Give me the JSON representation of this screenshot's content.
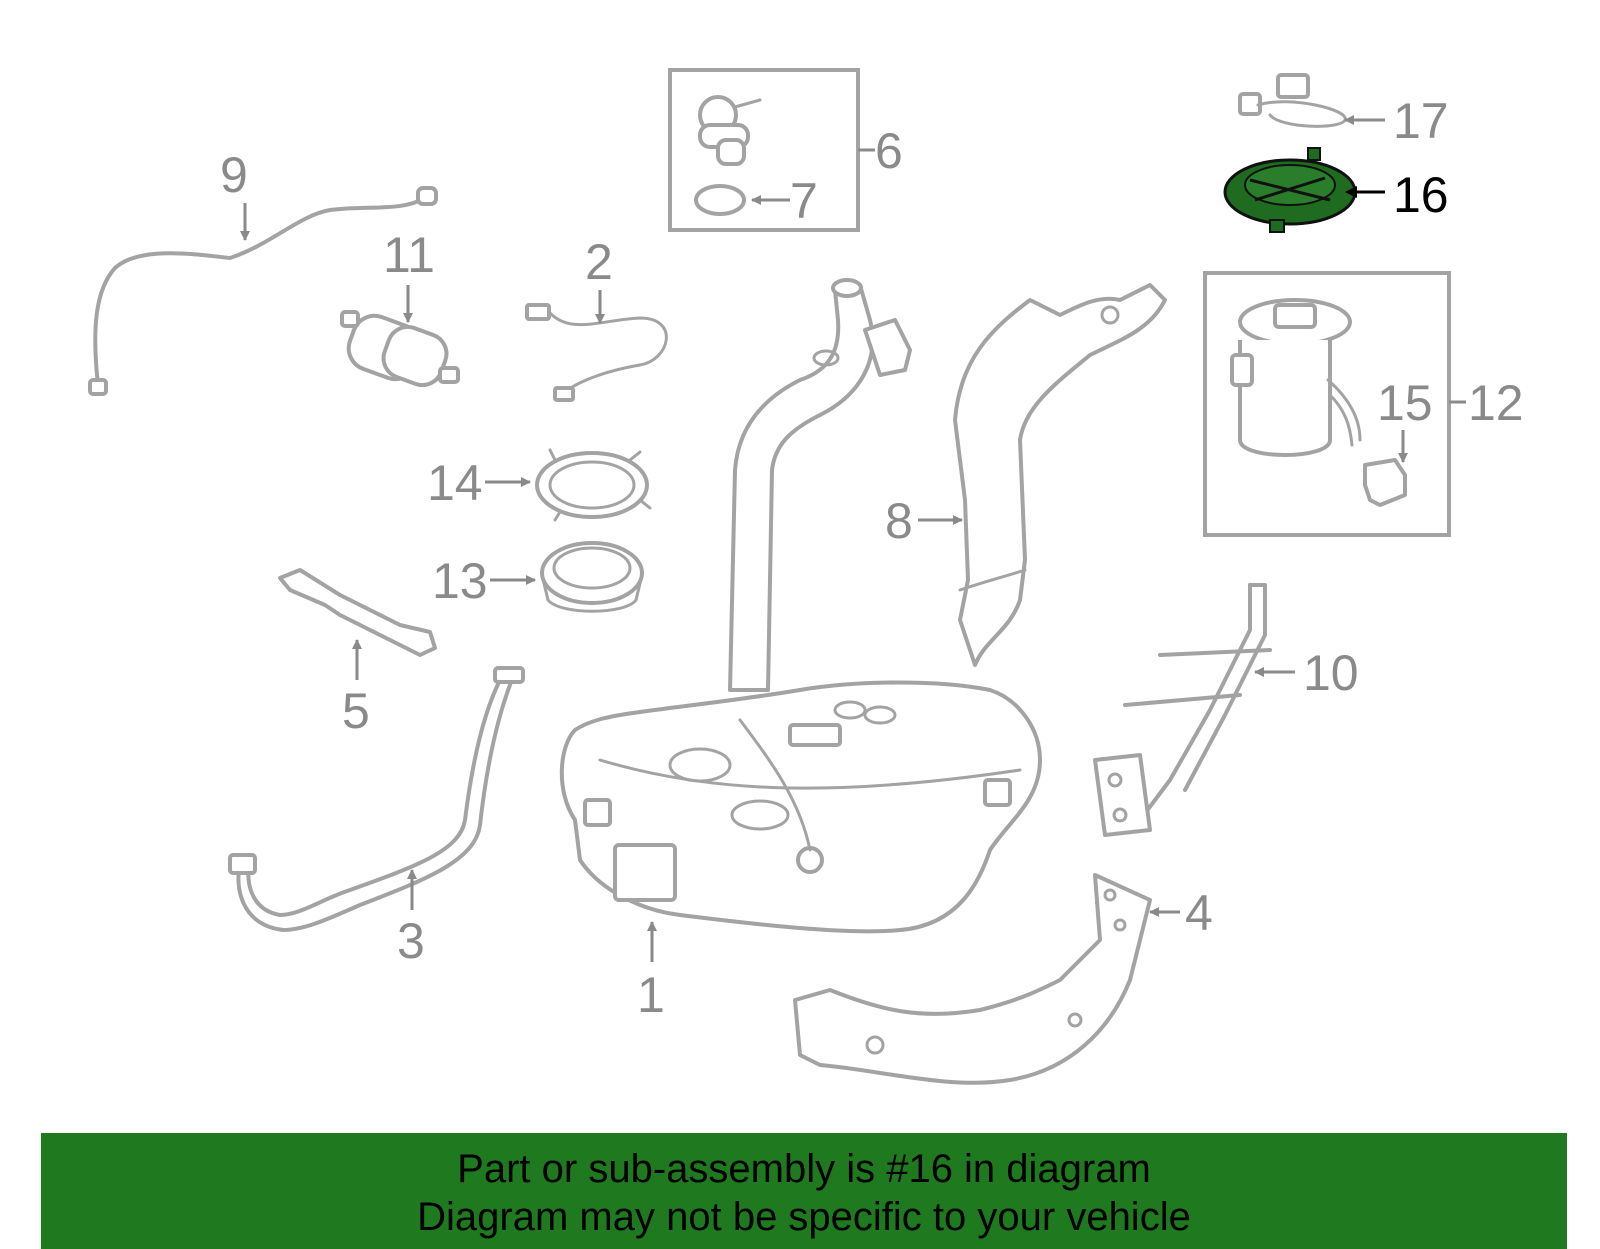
{
  "diagram": {
    "callouts": {
      "c1": "1",
      "c2": "2",
      "c3": "3",
      "c4": "4",
      "c5": "5",
      "c6": "6",
      "c7": "7",
      "c8": "8",
      "c9": "9",
      "c10": "10",
      "c11": "11",
      "c12": "12",
      "c13": "13",
      "c14": "14",
      "c15": "15",
      "c16": "16",
      "c17": "17"
    },
    "highlight_color": "#1f6b1f",
    "part_color": "#a3a3a3"
  },
  "footer": {
    "line1": "Part or sub-assembly is #16 in diagram",
    "line2": "Diagram may not be specific to your vehicle",
    "background": "#1f7a1f"
  }
}
